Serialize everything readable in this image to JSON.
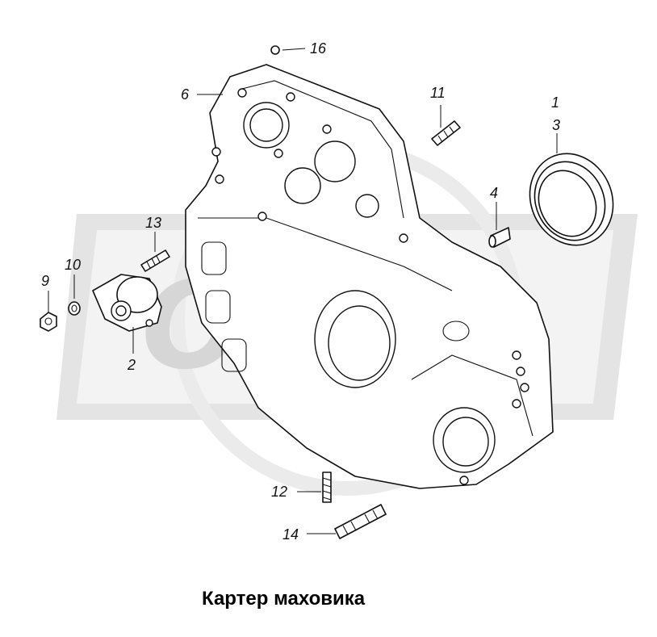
{
  "caption": "Картер маховика",
  "watermark": "ОРЕХ",
  "callouts": [
    {
      "id": "c1",
      "label": "1"
    },
    {
      "id": "c2",
      "label": "2"
    },
    {
      "id": "c3",
      "label": "3"
    },
    {
      "id": "c4",
      "label": "4"
    },
    {
      "id": "c6",
      "label": "6"
    },
    {
      "id": "c9",
      "label": "9"
    },
    {
      "id": "c10",
      "label": "10"
    },
    {
      "id": "c11",
      "label": "11"
    },
    {
      "id": "c12",
      "label": "12"
    },
    {
      "id": "c13",
      "label": "13"
    },
    {
      "id": "c14",
      "label": "14"
    },
    {
      "id": "c16",
      "label": "16"
    }
  ]
}
